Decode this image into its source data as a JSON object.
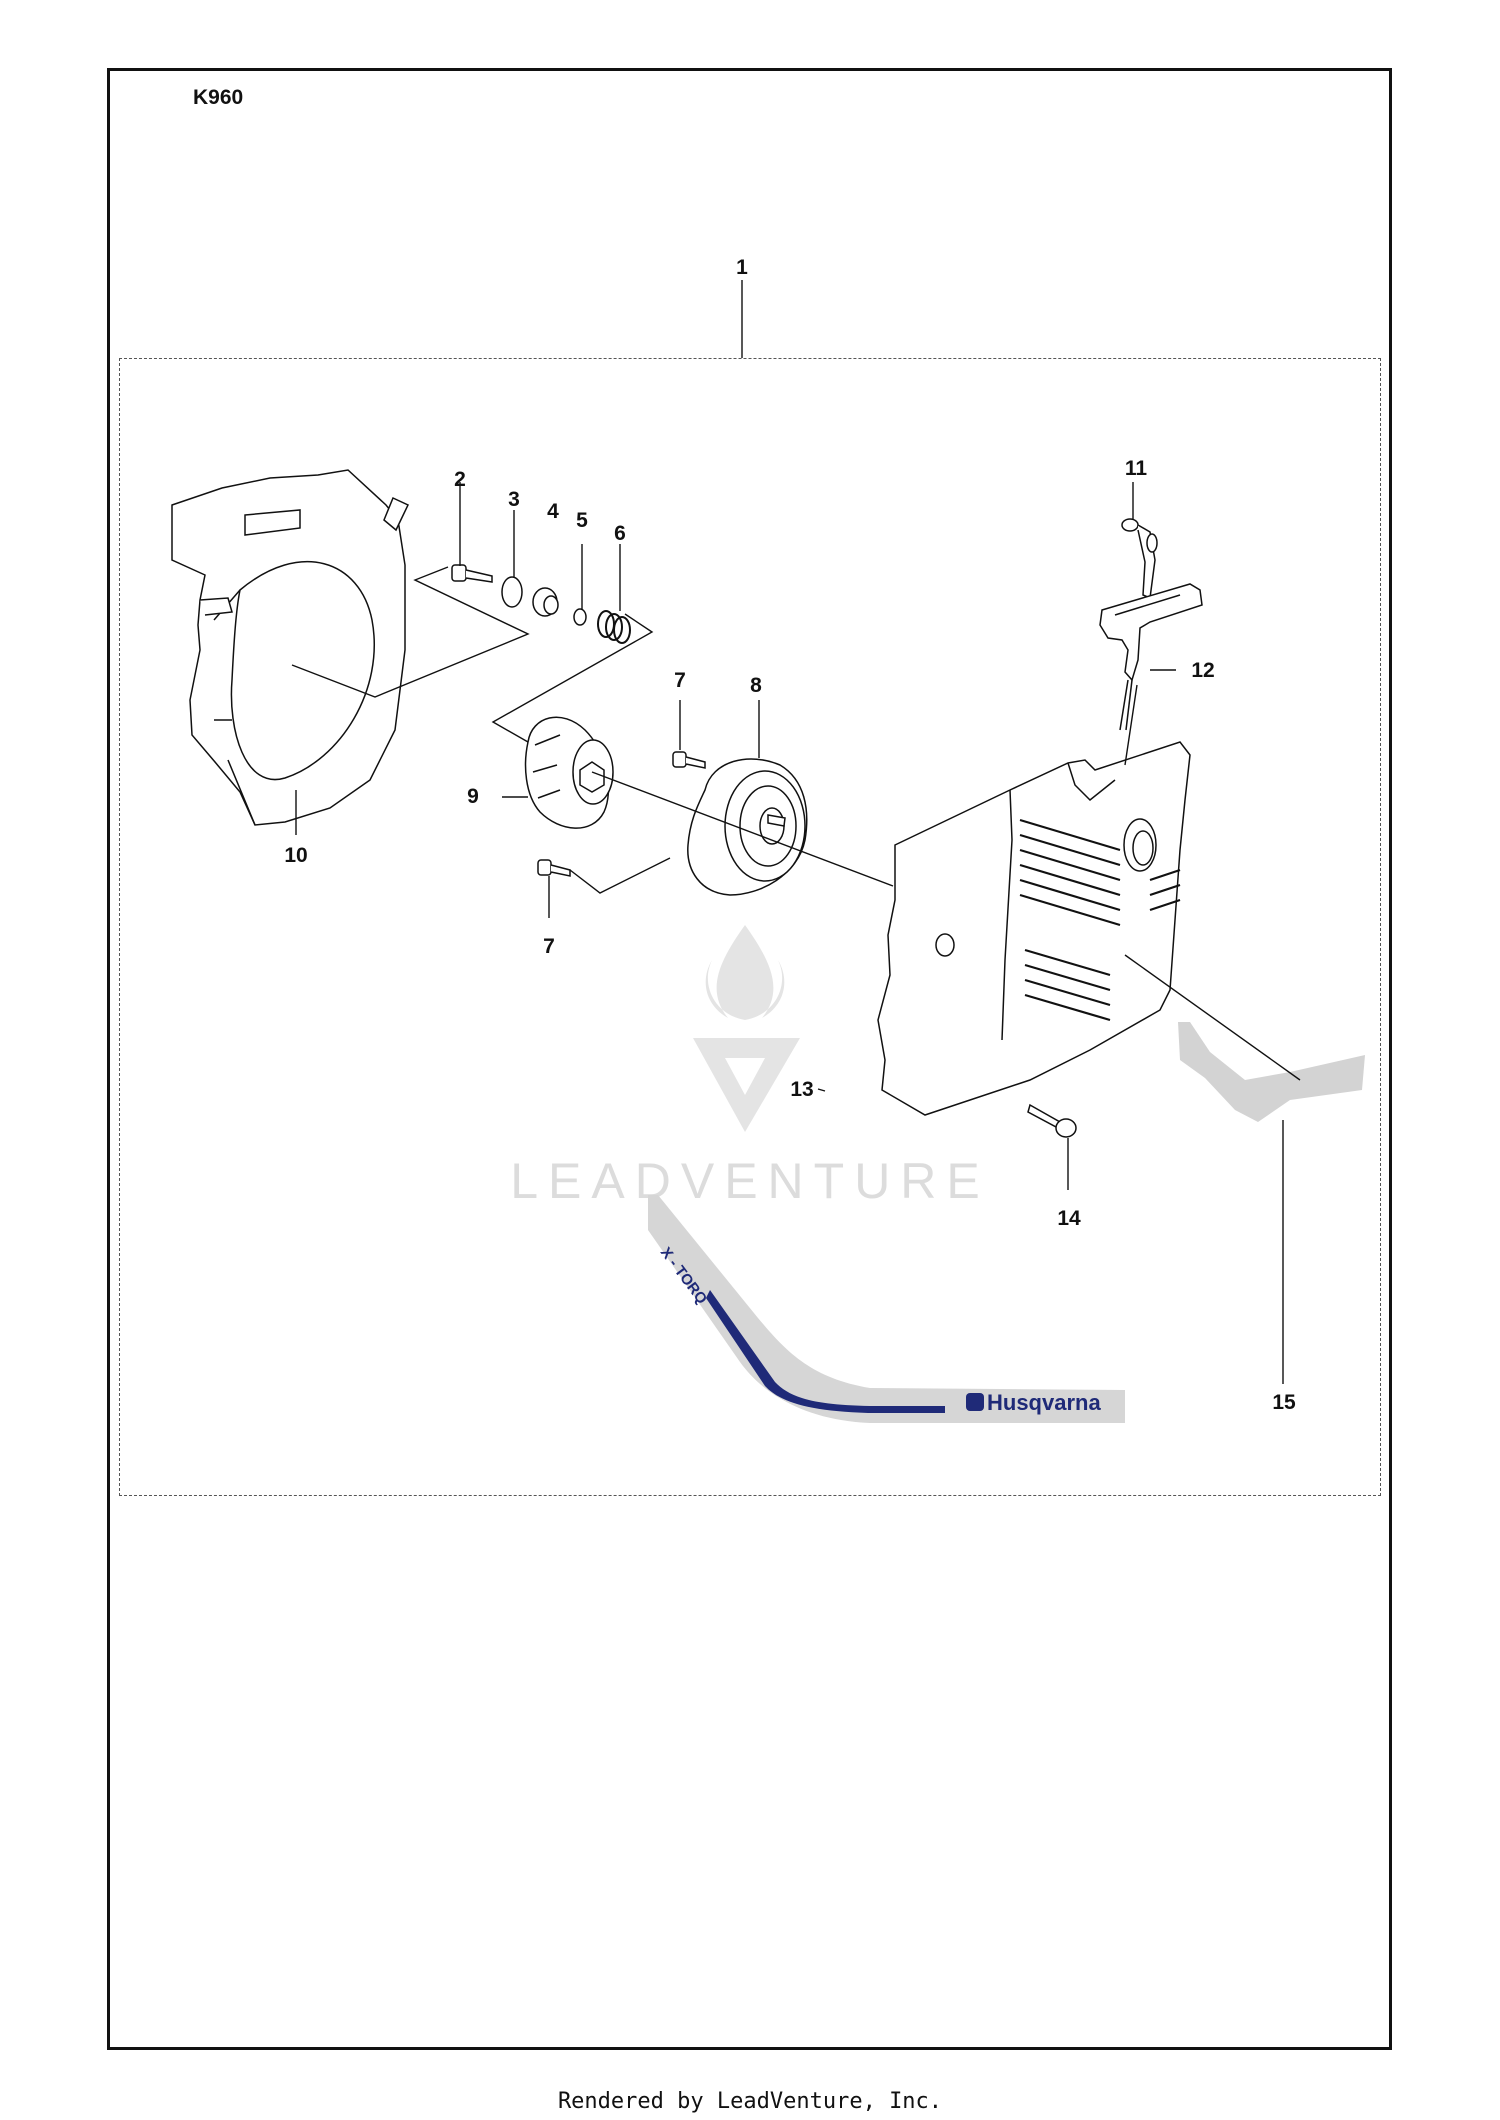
{
  "model": "K960",
  "callouts": [
    {
      "id": "c1",
      "label": "1"
    },
    {
      "id": "c2",
      "label": "2"
    },
    {
      "id": "c3",
      "label": "3"
    },
    {
      "id": "c4",
      "label": "4"
    },
    {
      "id": "c5",
      "label": "5"
    },
    {
      "id": "c6",
      "label": "6"
    },
    {
      "id": "c7a",
      "label": "7"
    },
    {
      "id": "c7b",
      "label": "7"
    },
    {
      "id": "c8",
      "label": "8"
    },
    {
      "id": "c9",
      "label": "9"
    },
    {
      "id": "c10",
      "label": "10"
    },
    {
      "id": "c11",
      "label": "11"
    },
    {
      "id": "c12",
      "label": "12"
    },
    {
      "id": "c13",
      "label": "13"
    },
    {
      "id": "c14",
      "label": "14"
    },
    {
      "id": "c15",
      "label": "15"
    }
  ],
  "decal": {
    "brand": "Husqvarna",
    "series": "X - TORQ"
  },
  "watermark": "LEADVENTURE",
  "footer": "Rendered by LeadVenture, Inc.",
  "colors": {
    "line": "#111111",
    "decal_blue": "#1f2a78",
    "decal_gray": "#d3d3d3",
    "watermark": "#dcdcdc"
  }
}
